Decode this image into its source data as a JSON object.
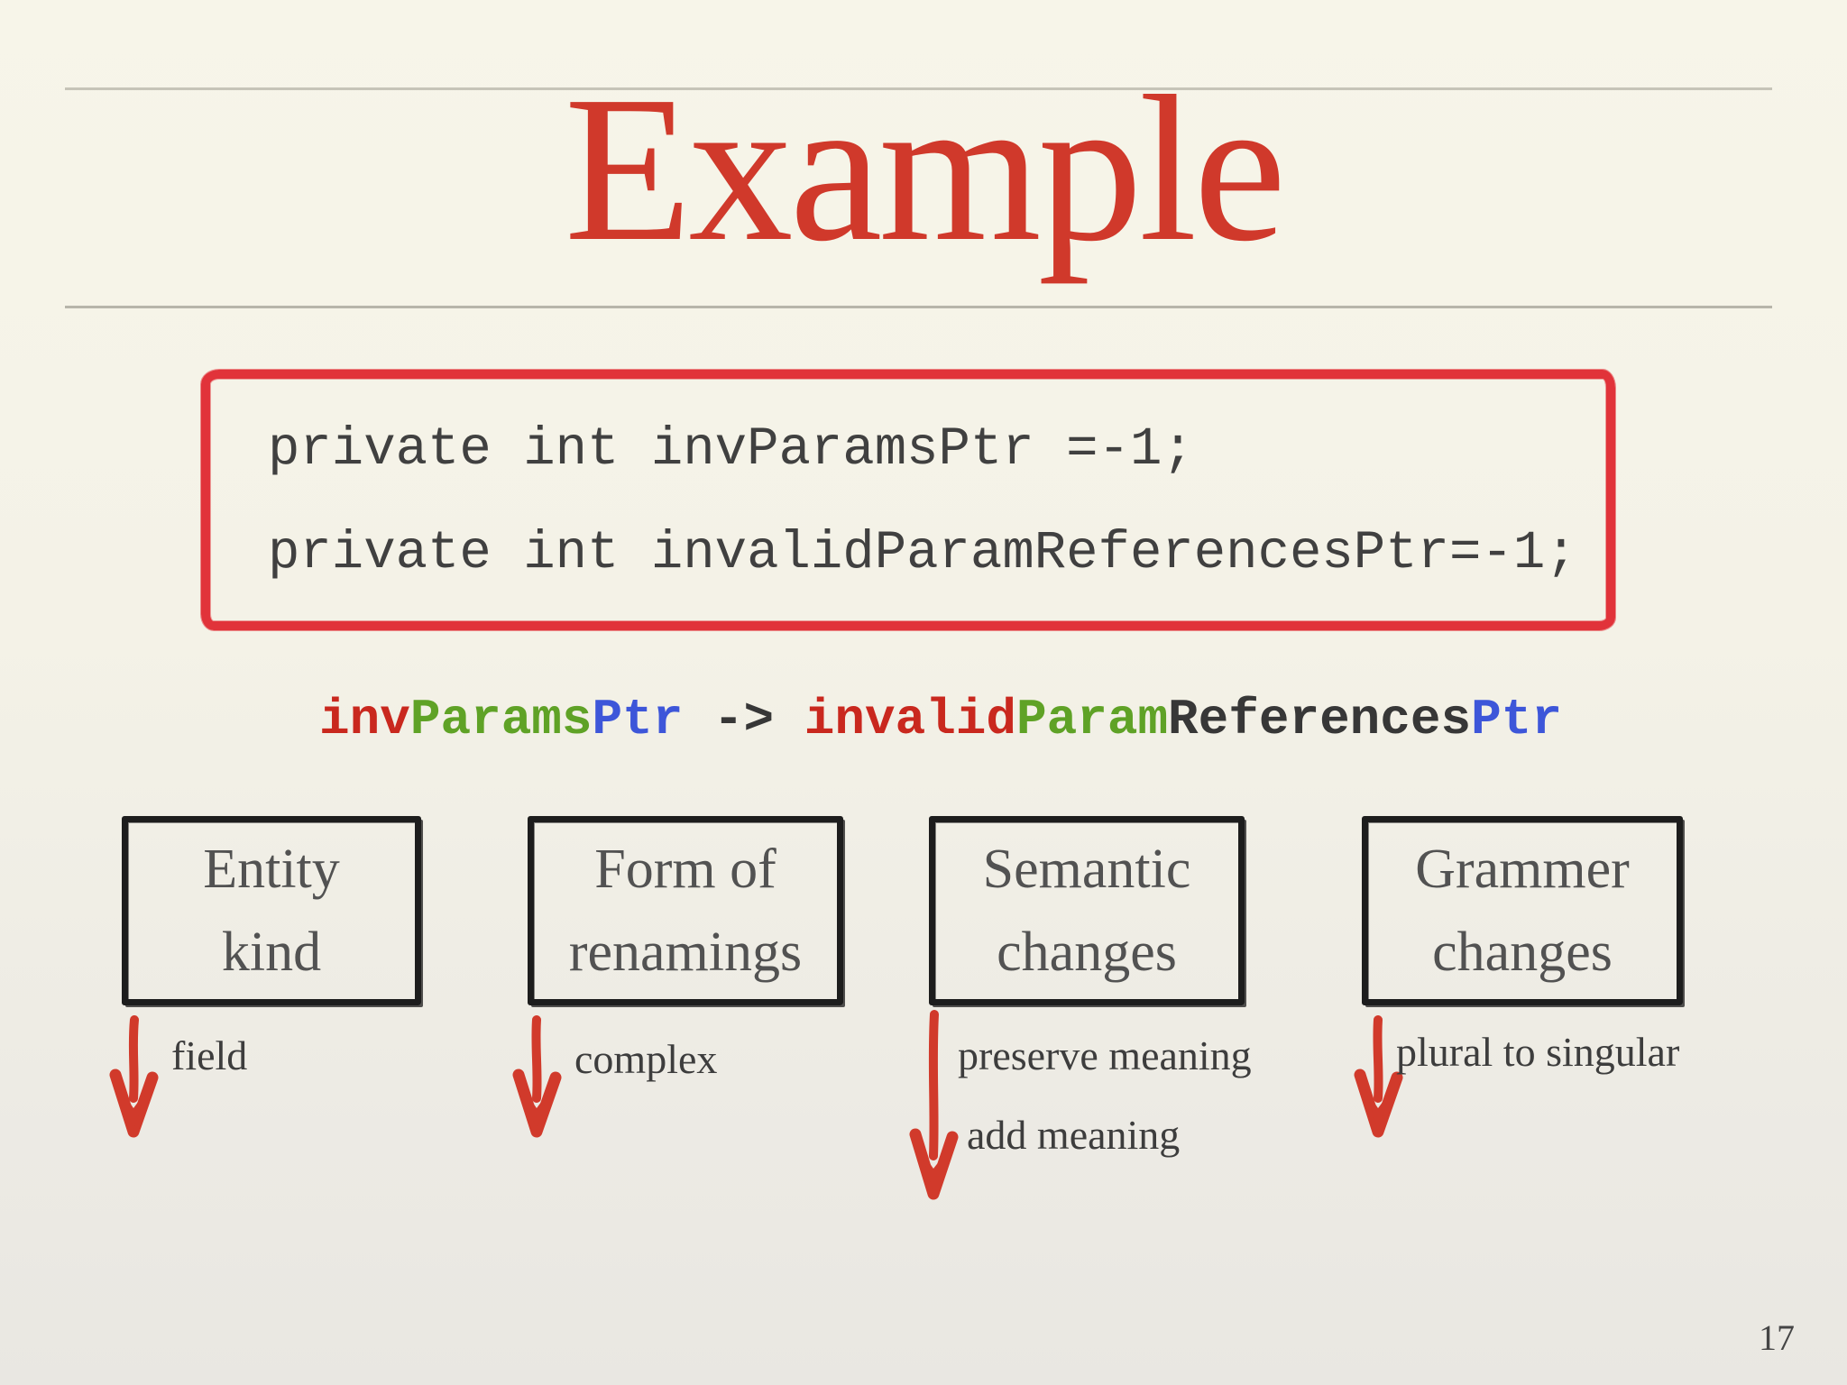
{
  "slide": {
    "title": "Example",
    "page_number": "17",
    "colors": {
      "background_top": "#f7f5e9",
      "background_bottom": "#e9e7e2",
      "title_red": "#d0392b",
      "code_box_border_red": "#e1333a",
      "arrow_red": "#d13a2b",
      "sketch_box_border": "#1d1d1d",
      "code_text": "#404040",
      "token_red": "#c9281e",
      "token_green": "#5fa226",
      "token_blue": "#3d56d9",
      "token_dark": "#373737",
      "divider_gray": "#c6c4b8"
    }
  },
  "code_box": {
    "lines": [
      "private int invParamsPtr =-1;",
      "private int invalidParamReferencesPtr=-1;"
    ]
  },
  "mapping": {
    "tokens": [
      {
        "text": "inv",
        "color": "red"
      },
      {
        "text": "Params",
        "color": "green"
      },
      {
        "text": "Ptr",
        "color": "blue"
      },
      {
        "text": " -> ",
        "color": "dark"
      },
      {
        "text": "invalid",
        "color": "red"
      },
      {
        "text": "Param",
        "color": "green"
      },
      {
        "text": "References",
        "color": "dark"
      },
      {
        "text": "Ptr",
        "color": "blue"
      }
    ]
  },
  "categories": [
    {
      "label_line1": "Entity",
      "label_line2": "kind",
      "icon": "down-arrow-icon",
      "arrow_style": "short",
      "notes": [
        "field"
      ]
    },
    {
      "label_line1": "Form of",
      "label_line2": "renamings",
      "icon": "down-arrow-icon",
      "arrow_style": "short",
      "notes": [
        "complex"
      ]
    },
    {
      "label_line1": "Semantic",
      "label_line2": "changes",
      "icon": "down-arrow-icon",
      "arrow_style": "long",
      "notes": [
        "preserve meaning",
        "add meaning"
      ]
    },
    {
      "label_line1": "Grammer",
      "label_line2": "changes",
      "icon": "down-arrow-icon",
      "arrow_style": "short",
      "notes": [
        "plural to singular"
      ]
    }
  ]
}
